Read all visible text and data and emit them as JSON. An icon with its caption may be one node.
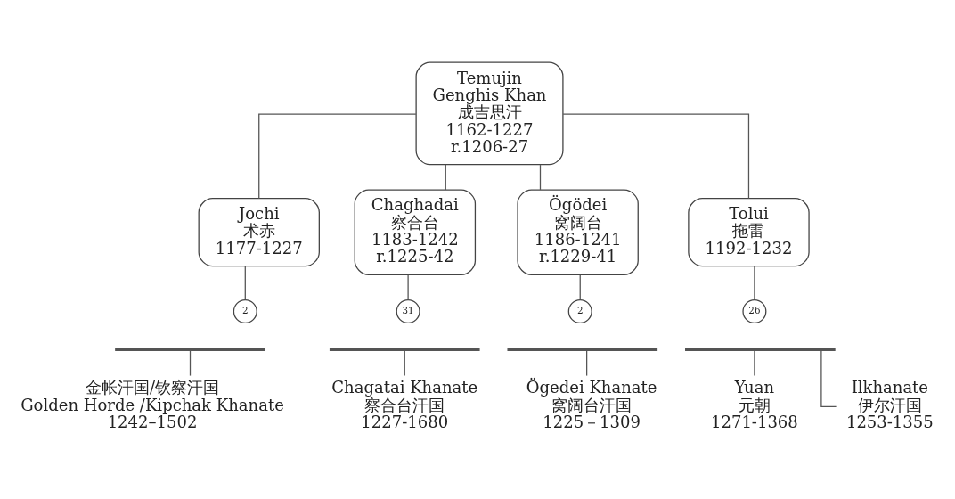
{
  "diagram": {
    "nodes": [
      {
        "text": [
          "Temujin",
          "Genghis Khan",
          "成吉思汗",
          "1162-1227",
          "r.1206-27"
        ]
      },
      {
        "text": [
          "Jochi",
          "术赤",
          "1177-1227"
        ]
      },
      {
        "text": [
          "Chaghadai",
          "察合台",
          "1183-1242",
          "r.1225-42"
        ]
      },
      {
        "text": [
          "Ögödei",
          "窝阔台",
          "1186-1241",
          "r.1229-41"
        ]
      },
      {
        "text": [
          "Tolui",
          "拖雷",
          "1192-1232"
        ]
      },
      {
        "text": [
          "2"
        ]
      },
      {
        "text": [
          "31"
        ]
      },
      {
        "text": [
          "2"
        ]
      },
      {
        "text": [
          "26"
        ]
      },
      {
        "text": [],
        "shape": "bar"
      },
      {
        "text": [],
        "shape": "bar"
      },
      {
        "text": [],
        "shape": "bar"
      },
      {
        "text": [],
        "shape": "bar"
      },
      {
        "text": [
          "金帐汗国/钦察汗国",
          "Golden Horde /Kipchak Khanate",
          "1242–1502"
        ]
      },
      {
        "text": [
          "Chagatai Khanate",
          "察合台汗国",
          "1227-1680"
        ]
      },
      {
        "text": [
          "Ögedei Khanate",
          "窝阔台汗国",
          "1225－1309"
        ]
      },
      {
        "text": [
          "Yuan",
          "元朝",
          "1271-1368"
        ]
      },
      {
        "text": [
          "Ilkhanate",
          "伊尔汗国",
          "1253-1355"
        ]
      }
    ],
    "edges": [
      {
        "from": 0,
        "to": 1,
        "arrow": "none"
      },
      {
        "from": 0,
        "to": 2,
        "arrow": "none"
      },
      {
        "from": 0,
        "to": 3,
        "arrow": "none"
      },
      {
        "from": 0,
        "to": 4,
        "arrow": "none"
      },
      {
        "from": 1,
        "to": 5,
        "arrow": "none"
      },
      {
        "from": 2,
        "to": 6,
        "arrow": "none"
      },
      {
        "from": 3,
        "to": 7,
        "arrow": "none"
      },
      {
        "from": 4,
        "to": 8,
        "arrow": "none"
      },
      {
        "from": 9,
        "to": 13,
        "arrow": "none"
      },
      {
        "from": 10,
        "to": 14,
        "arrow": "none"
      },
      {
        "from": 11,
        "to": 15,
        "arrow": "none"
      },
      {
        "from": 12,
        "to": 16,
        "arrow": "none"
      },
      {
        "from": 12,
        "to": 17,
        "arrow": "none"
      }
    ]
  }
}
